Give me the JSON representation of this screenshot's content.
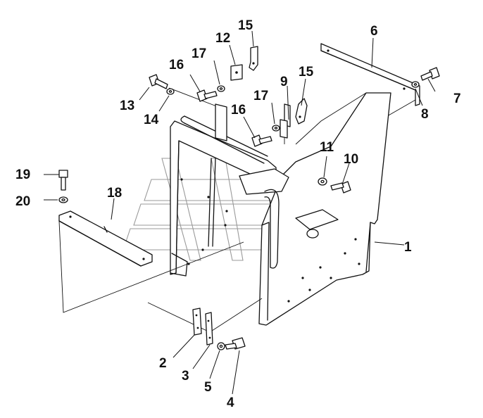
{
  "diagram": {
    "type": "exploded-parts-diagram",
    "line_color": "#111111",
    "background": "#ffffff",
    "watermark_color": "#9a9a9a",
    "callouts": [
      "1",
      "2",
      "3",
      "4",
      "5",
      "6",
      "7",
      "8",
      "9",
      "10",
      "11",
      "12",
      "13",
      "14",
      "15",
      "15",
      "16",
      "16",
      "17",
      "17",
      "18",
      "19",
      "20"
    ]
  }
}
